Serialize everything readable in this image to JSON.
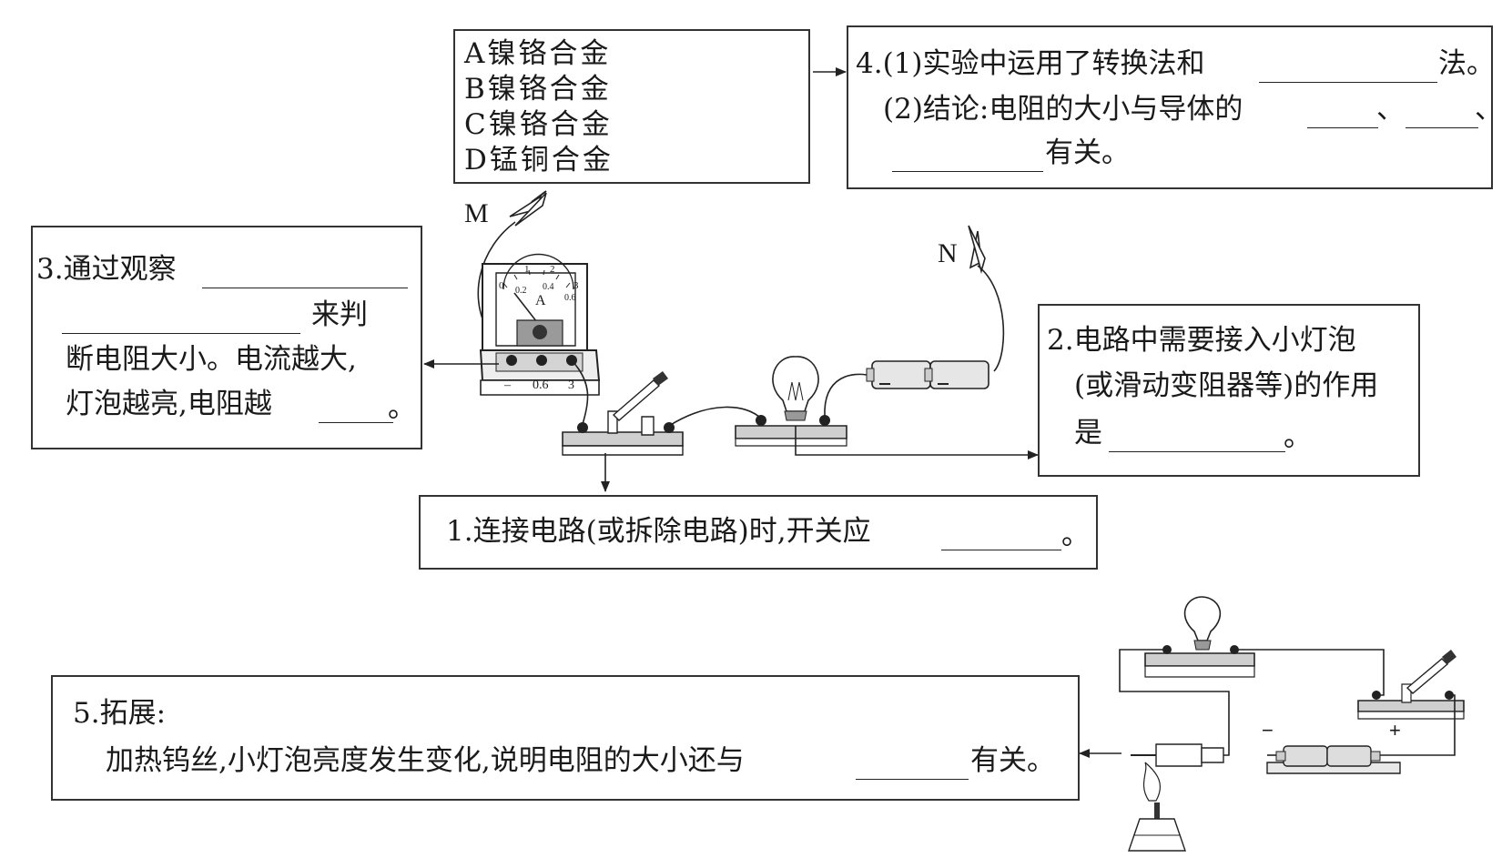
{
  "materials": [
    {
      "label": "A镍铬合金"
    },
    {
      "label": "B镍铬合金"
    },
    {
      "label": "C镍铬合金"
    },
    {
      "label": "D锰铜合金"
    }
  ],
  "clips": {
    "m": "M",
    "n": "N"
  },
  "ammeter": {
    "top_ticks": [
      "0",
      "1",
      "2",
      "3"
    ],
    "bottom_ticks": [
      "0.2",
      "0.4",
      "0.6"
    ],
    "unit": "A",
    "terminals": [
      "–",
      "0.6",
      "3"
    ]
  },
  "battery_signs": {
    "minus": "−",
    "plus": "+"
  },
  "box4": {
    "line1_a": "4.(1)实验中运用了转换法和",
    "line1_b": "法。",
    "line2": "(2)结论:电阻的大小与导体的",
    "sep1": "、",
    "sep2": "、",
    "line3": "有关。"
  },
  "box3": {
    "line1": "3.通过观察",
    "line2": "来判",
    "line3": "断电阻大小。电流越大,",
    "line4a": "灯泡越亮,电阻越",
    "line4b": "。"
  },
  "box2": {
    "line1": "2.电路中需要接入小灯泡",
    "line2": "(或滑动变阻器等)的作用",
    "line3a": "是",
    "line3b": "。"
  },
  "box1": {
    "text_a": "1.连接电路(或拆除电路)时,开关应",
    "text_b": "。"
  },
  "box5": {
    "title": "5.拓展:",
    "text_a": "加热钨丝,小灯泡亮度发生变化,说明电阻的大小还与",
    "text_b": "有关。"
  }
}
